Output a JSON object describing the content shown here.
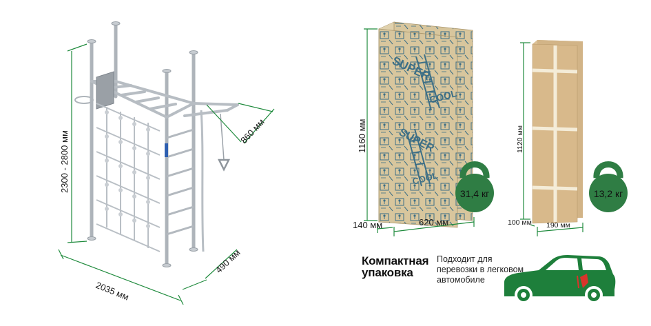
{
  "colors": {
    "accent": "#1e8a3c",
    "weight": "#2f7d44",
    "box_kraft": "#d6c39a",
    "box_plain": "#cfb183",
    "metal": "#c7ccd1",
    "dim_line": "#1e8a3c"
  },
  "product": {
    "height_label": "2300 - 2800 мм",
    "width_label": "2035 мм",
    "depth_label": "490 мм",
    "bar_depth_label": "860 мм"
  },
  "box_large": {
    "height_label": "1160 мм",
    "depth_label": "140 мм",
    "width_label": "620 мм",
    "weight_label": "31,4 кг",
    "print_words": [
      "SUPER",
      "COOL"
    ]
  },
  "box_small": {
    "height_label": "1120 мм",
    "depth_label": "100 мм",
    "width_label": "190 мм",
    "weight_label": "13,2 кг"
  },
  "compact": {
    "title_line1": "Компактная",
    "title_line2": "упаковка",
    "desc_line1": "Подходит для",
    "desc_line2": "перевозки в легковом",
    "desc_line3": "автомобиле",
    "car_icon": "car-icon"
  }
}
